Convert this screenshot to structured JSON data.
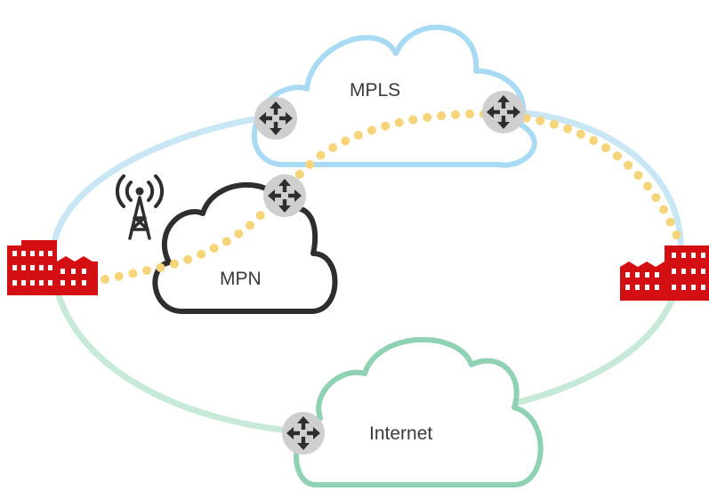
{
  "clouds": {
    "mpls": {
      "label": "MPLS",
      "stroke": "#a9daf3"
    },
    "mpn": {
      "label": "MPN",
      "stroke": "#2e2e2e"
    },
    "internet": {
      "label": "Internet",
      "stroke": "#8fd1b3"
    }
  },
  "colors": {
    "ring_top": "#c9e6f5",
    "ring_bottom": "#c7e9d7",
    "dotted_path": "#f6d479",
    "building": "#d40f14",
    "router_body": "#cfcfcf",
    "router_arrows": "#2e2e2e",
    "antenna": "#2e2e2e"
  },
  "icons": {
    "routers": [
      "router-icon",
      "router-icon",
      "router-icon",
      "router-icon"
    ],
    "sites": [
      "building-icon",
      "building-icon"
    ],
    "tower": "cell-tower-icon"
  }
}
